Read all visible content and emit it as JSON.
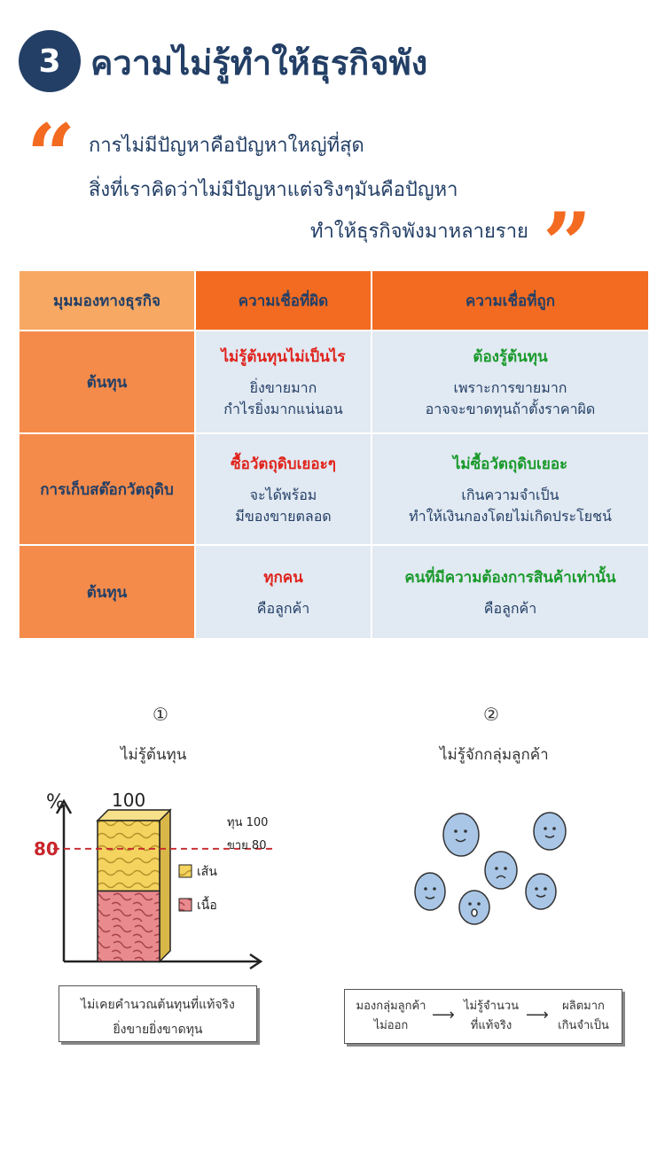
{
  "section": {
    "number": "3",
    "title": "ความไม่รู้ทำให้ธุรกิจพัง"
  },
  "quote": {
    "line1": "การไม่มีปัญหาคือปัญหาใหญ่ที่สุด",
    "line2": "สิ่งที่เราคิดว่าไม่มีปัญหาแต่จริงๆมันคือปัญหา",
    "line3": "ทำให้ธุรกิจพังมาหลายราย",
    "open_mark": "“",
    "close_mark": "”"
  },
  "table": {
    "headers": [
      "มุมมองทางธุรกิจ",
      "ความเชื่อที่ผิด",
      "ความเชื่อที่ถูก"
    ],
    "rows": [
      {
        "aspect": "ต้นทุน",
        "wrong_title": "ไม่รู้ต้นทุนไม่เป็นไร",
        "wrong_lines": [
          "ยิ่งขายมาก",
          "กำไรยิ่งมากแน่นอน"
        ],
        "right_title": "ต้องรู้ต้นทุน",
        "right_lines": [
          "เพราะการขายมาก",
          "อาจจะขาดทุนถ้าตั้งราคาผิด"
        ]
      },
      {
        "aspect": "การเก็บสต๊อกวัตถุดิบ",
        "wrong_title": "ซื้อวัตถุดิบเยอะๆ",
        "wrong_lines": [
          "จะได้พร้อม",
          "มีของขายตลอด"
        ],
        "right_title": "ไม่ซื้อวัตถุดิบเยอะ",
        "right_lines": [
          "เกินความจำเป็น",
          "ทำให้เงินกองโดยไม่เกิดประโยชน์"
        ]
      },
      {
        "aspect": "ต้นทุน",
        "wrong_title": "ทุกคน",
        "wrong_lines": [
          "คือลูกค้า"
        ],
        "right_title": "คนที่มีความต้องการสินค้าเท่านั้น",
        "right_lines": [
          "คือลูกค้า"
        ]
      }
    ]
  },
  "illustration1": {
    "number": "①",
    "caption": "ไม่รู้ต้นทุน",
    "axis_unit": "%",
    "bar_total_label": "100",
    "line_label": "80",
    "line_level_percent": 80,
    "meat_share_percent": 50,
    "cost_label": "ทุน 100",
    "sell_label": "ขาย 80",
    "legend_noodle": "เส้น",
    "legend_meat": "เนื้อ",
    "box_line1": "ไม่เคยคำนวณต้นทุนที่แท้จริง",
    "box_line2": "ยิ่งขายยิ่งขาดทุน"
  },
  "illustration2": {
    "number": "②",
    "caption": "ไม่รู้จักกลุ่มลูกค้า",
    "flow": [
      {
        "line1": "มองกลุ่มลูกค้า",
        "line2": "ไม่ออก"
      },
      {
        "line1": "ไม่รู้จำนวน",
        "line2": "ที่แท้จริง"
      },
      {
        "line1": "ผลิตมาก",
        "line2": "เกินจำเป็น"
      }
    ],
    "arrow": "⟶"
  },
  "colors": {
    "navy": "#233f66",
    "orange": "#f26b21",
    "light_orange": "#f7a862",
    "wrong_red": "#e0231c",
    "right_green": "#1a9a2c",
    "cell_blue": "#e1e9f2",
    "dashed_red": "#c8262c"
  }
}
